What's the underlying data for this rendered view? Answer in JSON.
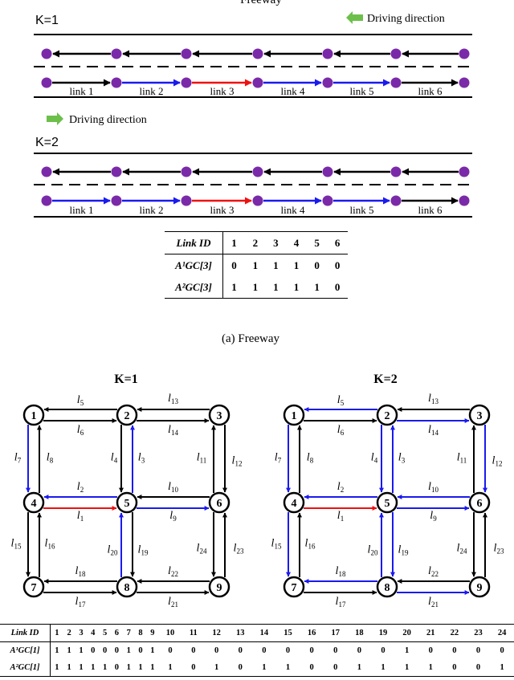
{
  "colors": {
    "black": "#000000",
    "blue": "#1a1aee",
    "red": "#ee1111",
    "purple": "#7a2aa8",
    "green": "#6cc04a"
  },
  "freeway": {
    "top_title": "Freeway",
    "driving_direction": "Driving direction",
    "panels": [
      {
        "k_label": "K=1",
        "upper_colors": [
          "black",
          "black",
          "black",
          "black",
          "black",
          "black"
        ],
        "lower_colors": [
          "black",
          "blue",
          "red",
          "blue",
          "blue",
          "black"
        ]
      },
      {
        "k_label": "K=2",
        "upper_colors": [
          "black",
          "black",
          "black",
          "black",
          "black",
          "black"
        ],
        "lower_colors": [
          "blue",
          "blue",
          "red",
          "blue",
          "blue",
          "black"
        ]
      }
    ],
    "link_labels": [
      "link 1",
      "link 2",
      "link 3",
      "link 4",
      "link 5",
      "link 6"
    ],
    "table": {
      "header": [
        "Link ID",
        "1",
        "2",
        "3",
        "4",
        "5",
        "6"
      ],
      "rows": [
        {
          "label": "A¹GC[3]",
          "values": [
            "0",
            "1",
            "1",
            "1",
            "0",
            "0"
          ]
        },
        {
          "label": "A²GC[3]",
          "values": [
            "1",
            "1",
            "1",
            "1",
            "1",
            "0"
          ]
        }
      ]
    },
    "caption": "(a) Freeway"
  },
  "grid": {
    "panels": [
      {
        "k_label": "K=1",
        "link_colors": {
          "1": "red",
          "2": "blue",
          "3": "blue",
          "4": "black",
          "5": "black",
          "6": "black",
          "7": "blue",
          "8": "black",
          "9": "blue",
          "10": "black",
          "11": "black",
          "12": "black",
          "13": "black",
          "14": "black",
          "15": "black",
          "16": "black",
          "17": "black",
          "18": "black",
          "19": "black",
          "20": "blue",
          "21": "black",
          "22": "black",
          "23": "black",
          "24": "black"
        }
      },
      {
        "k_label": "K=2",
        "link_colors": {
          "1": "red",
          "2": "blue",
          "3": "blue",
          "4": "blue",
          "5": "blue",
          "6": "black",
          "7": "blue",
          "8": "black",
          "9": "blue",
          "10": "blue",
          "11": "black",
          "12": "blue",
          "13": "black",
          "14": "blue",
          "15": "blue",
          "16": "black",
          "17": "black",
          "18": "blue",
          "19": "blue",
          "20": "blue",
          "21": "blue",
          "22": "black",
          "23": "black",
          "24": "black"
        }
      }
    ],
    "table": {
      "header": [
        "Link ID",
        "1",
        "2",
        "3",
        "4",
        "5",
        "6",
        "7",
        "8",
        "9",
        "10",
        "11",
        "12",
        "13",
        "14",
        "15",
        "16",
        "17",
        "18",
        "19",
        "20",
        "21",
        "22",
        "23",
        "24"
      ],
      "rows": [
        {
          "label": "A¹GC[1]",
          "values": [
            "1",
            "1",
            "1",
            "0",
            "0",
            "0",
            "1",
            "0",
            "1",
            "0",
            "0",
            "0",
            "0",
            "0",
            "0",
            "0",
            "0",
            "0",
            "0",
            "1",
            "0",
            "0",
            "0",
            "0"
          ]
        },
        {
          "label": "A²GC[1]",
          "values": [
            "1",
            "1",
            "1",
            "1",
            "1",
            "0",
            "1",
            "1",
            "1",
            "1",
            "0",
            "1",
            "0",
            "1",
            "1",
            "0",
            "0",
            "1",
            "1",
            "1",
            "1",
            "0",
            "0",
            "1"
          ]
        }
      ]
    }
  }
}
